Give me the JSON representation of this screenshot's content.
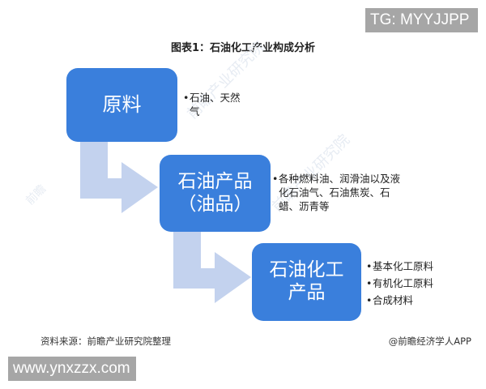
{
  "watermarks": {
    "top_right": "TG: MYYJJPP",
    "bottom_left": "www.ynxzzx.com",
    "faint_overlay": "前瞻产业研究院"
  },
  "title": "图表1：石油化工产业构成分析",
  "colors": {
    "box": "#3a7fdc",
    "arrow": "#c3d2ee",
    "badge": "#a6a6a6"
  },
  "stages": [
    {
      "lines": [
        "原料"
      ],
      "items": [
        "石油、天然气"
      ]
    },
    {
      "lines": [
        "石油产品",
        "（油品）"
      ],
      "items": [
        "各种燃料油、润滑油以及液化石油气、石油焦炭、石蜡、沥青等"
      ]
    },
    {
      "lines": [
        "石油化工",
        "产品"
      ],
      "items": [
        "基本化工原料",
        "有机化工原料",
        "合成材料"
      ]
    }
  ],
  "footer": {
    "source": "资料来源：前瞻产业研究院整理",
    "credit": "@前瞻经济学人APP"
  }
}
